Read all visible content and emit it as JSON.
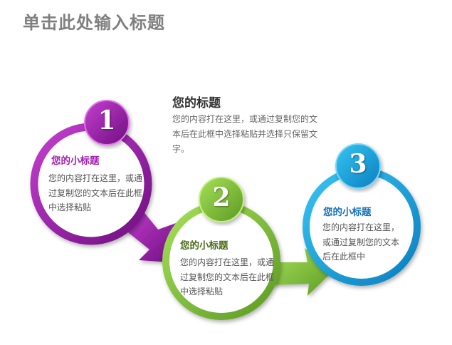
{
  "title": "单击此处输入标题",
  "intro": {
    "heading": "您的标题",
    "body": "您的内容打在这里，或通过复制您的文本后在此框中选择粘贴并选择只保留文字。"
  },
  "steps": [
    {
      "number": "1",
      "subtitle": "您的小标题",
      "body": "您的内容打在这里，或通过复制您的文本后在此框中选择粘贴",
      "color": "#9b1fa8"
    },
    {
      "number": "2",
      "subtitle": "您的小标题",
      "body": "您的内容打在这里，或通过复制您的文本后在此框中选择粘贴",
      "color": "#7dc23a"
    },
    {
      "number": "3",
      "subtitle": "您的小标题",
      "body": "您的内容打在这里，或通过复制您的文本后在此框中",
      "color": "#1aa3dc"
    }
  ]
}
